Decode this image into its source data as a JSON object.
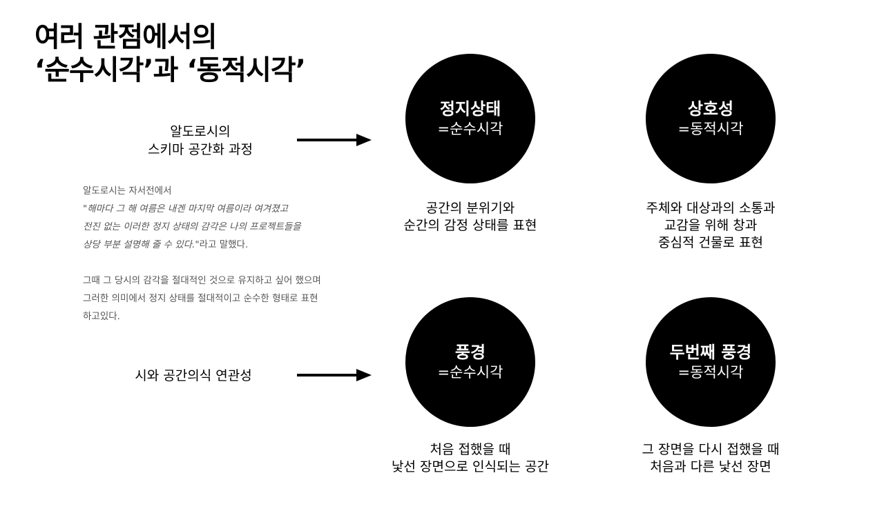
{
  "title": {
    "line1": "여러 관점에서의",
    "line2": "‘순수시각’과 ‘동적시각’"
  },
  "rows": [
    {
      "label_lines": [
        "알도로시의",
        "스키마 공간화 과정"
      ]
    },
    {
      "label_lines": [
        "시와 공간의식 연관성"
      ]
    }
  ],
  "note": {
    "intro": "알도로시는 자서전에서",
    "quote_lines": [
      "\"해마다 그 해 여름은 내겐 마지막 여름이라 여겨졌고",
      "전진 없는 이러한 정지 상태의 감각은 나의 프로젝트들을",
      "상당 부분 설명해 줄 수 있다.\""
    ],
    "quote_tail": "라고 말했다.",
    "para2_lines": [
      "그때 그 당시의 감각을 절대적인 것으로 유지하고 싶어 했으며",
      "그러한 의미에서 정지 상태를 절대적이고 순수한 형태로 표현",
      "하고있다."
    ]
  },
  "circles": [
    {
      "title": "정지상태",
      "subtitle": "=순수시각"
    },
    {
      "title": "상호성",
      "subtitle": "=동적시각"
    },
    {
      "title": "풍경",
      "subtitle": "=순수시각"
    },
    {
      "title": "두번째 풍경",
      "subtitle": "=동적시각"
    }
  ],
  "descriptions": [
    {
      "lines": [
        "공간의 분위기와",
        "순간의 감정 상태를 표현"
      ]
    },
    {
      "lines": [
        "주체와 대상과의 소통과",
        "교감을 위해 창과",
        "중심적 건물로 표현"
      ]
    },
    {
      "lines": [
        "처음 접했을 때",
        "낯선 장면으로 인식되는 공간"
      ]
    },
    {
      "lines": [
        "그 장면을 다시 접했을 때",
        "처음과 다른 낯선 장면"
      ]
    }
  ],
  "icons": {
    "row_arrow": "right-arrow-icon"
  }
}
